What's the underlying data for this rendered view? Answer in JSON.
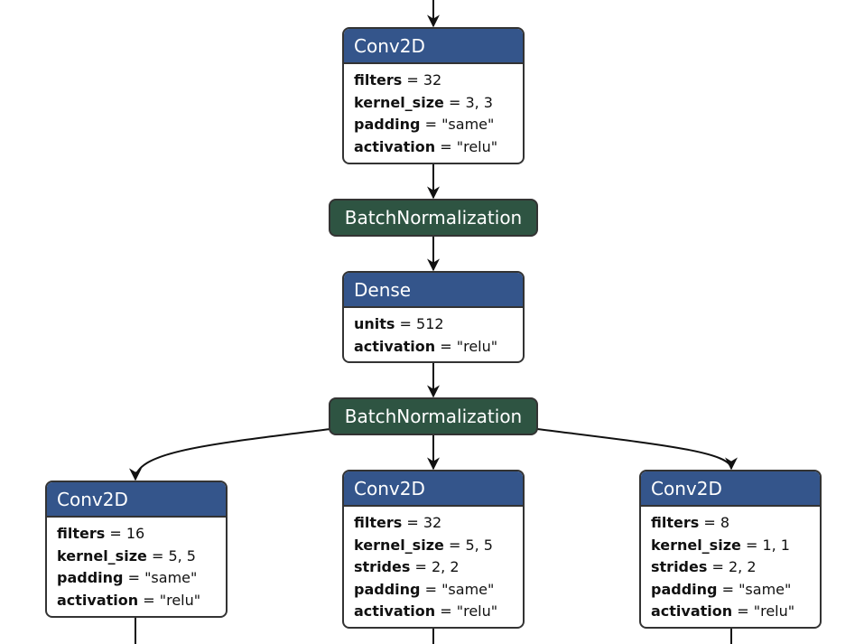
{
  "colors": {
    "layer_header": "#34558b",
    "batchnorm": "#2e5442",
    "edge": "#111111"
  },
  "nodes": {
    "conv2d_top": {
      "title": "Conv2D",
      "params": [
        {
          "key": "filters",
          "val": "= 32"
        },
        {
          "key": "kernel_size",
          "val": "= 3, 3"
        },
        {
          "key": "padding",
          "val": "= \"same\""
        },
        {
          "key": "activation",
          "val": "= \"relu\""
        }
      ]
    },
    "batchnorm_1": {
      "title": "BatchNormalization"
    },
    "dense": {
      "title": "Dense",
      "params": [
        {
          "key": "units",
          "val": "= 512"
        },
        {
          "key": "activation",
          "val": "= \"relu\""
        }
      ]
    },
    "batchnorm_2": {
      "title": "BatchNormalization"
    },
    "conv2d_left": {
      "title": "Conv2D",
      "params": [
        {
          "key": "filters",
          "val": "= 16"
        },
        {
          "key": "kernel_size",
          "val": "= 5, 5"
        },
        {
          "key": "padding",
          "val": "= \"same\""
        },
        {
          "key": "activation",
          "val": "= \"relu\""
        }
      ]
    },
    "conv2d_center": {
      "title": "Conv2D",
      "params": [
        {
          "key": "filters",
          "val": "= 32"
        },
        {
          "key": "kernel_size",
          "val": "= 5, 5"
        },
        {
          "key": "strides",
          "val": "= 2, 2"
        },
        {
          "key": "padding",
          "val": "= \"same\""
        },
        {
          "key": "activation",
          "val": "= \"relu\""
        }
      ]
    },
    "conv2d_right": {
      "title": "Conv2D",
      "params": [
        {
          "key": "filters",
          "val": "= 8"
        },
        {
          "key": "kernel_size",
          "val": "= 1, 1"
        },
        {
          "key": "strides",
          "val": "= 2, 2"
        },
        {
          "key": "padding",
          "val": "= \"same\""
        },
        {
          "key": "activation",
          "val": "= \"relu\""
        }
      ]
    }
  }
}
